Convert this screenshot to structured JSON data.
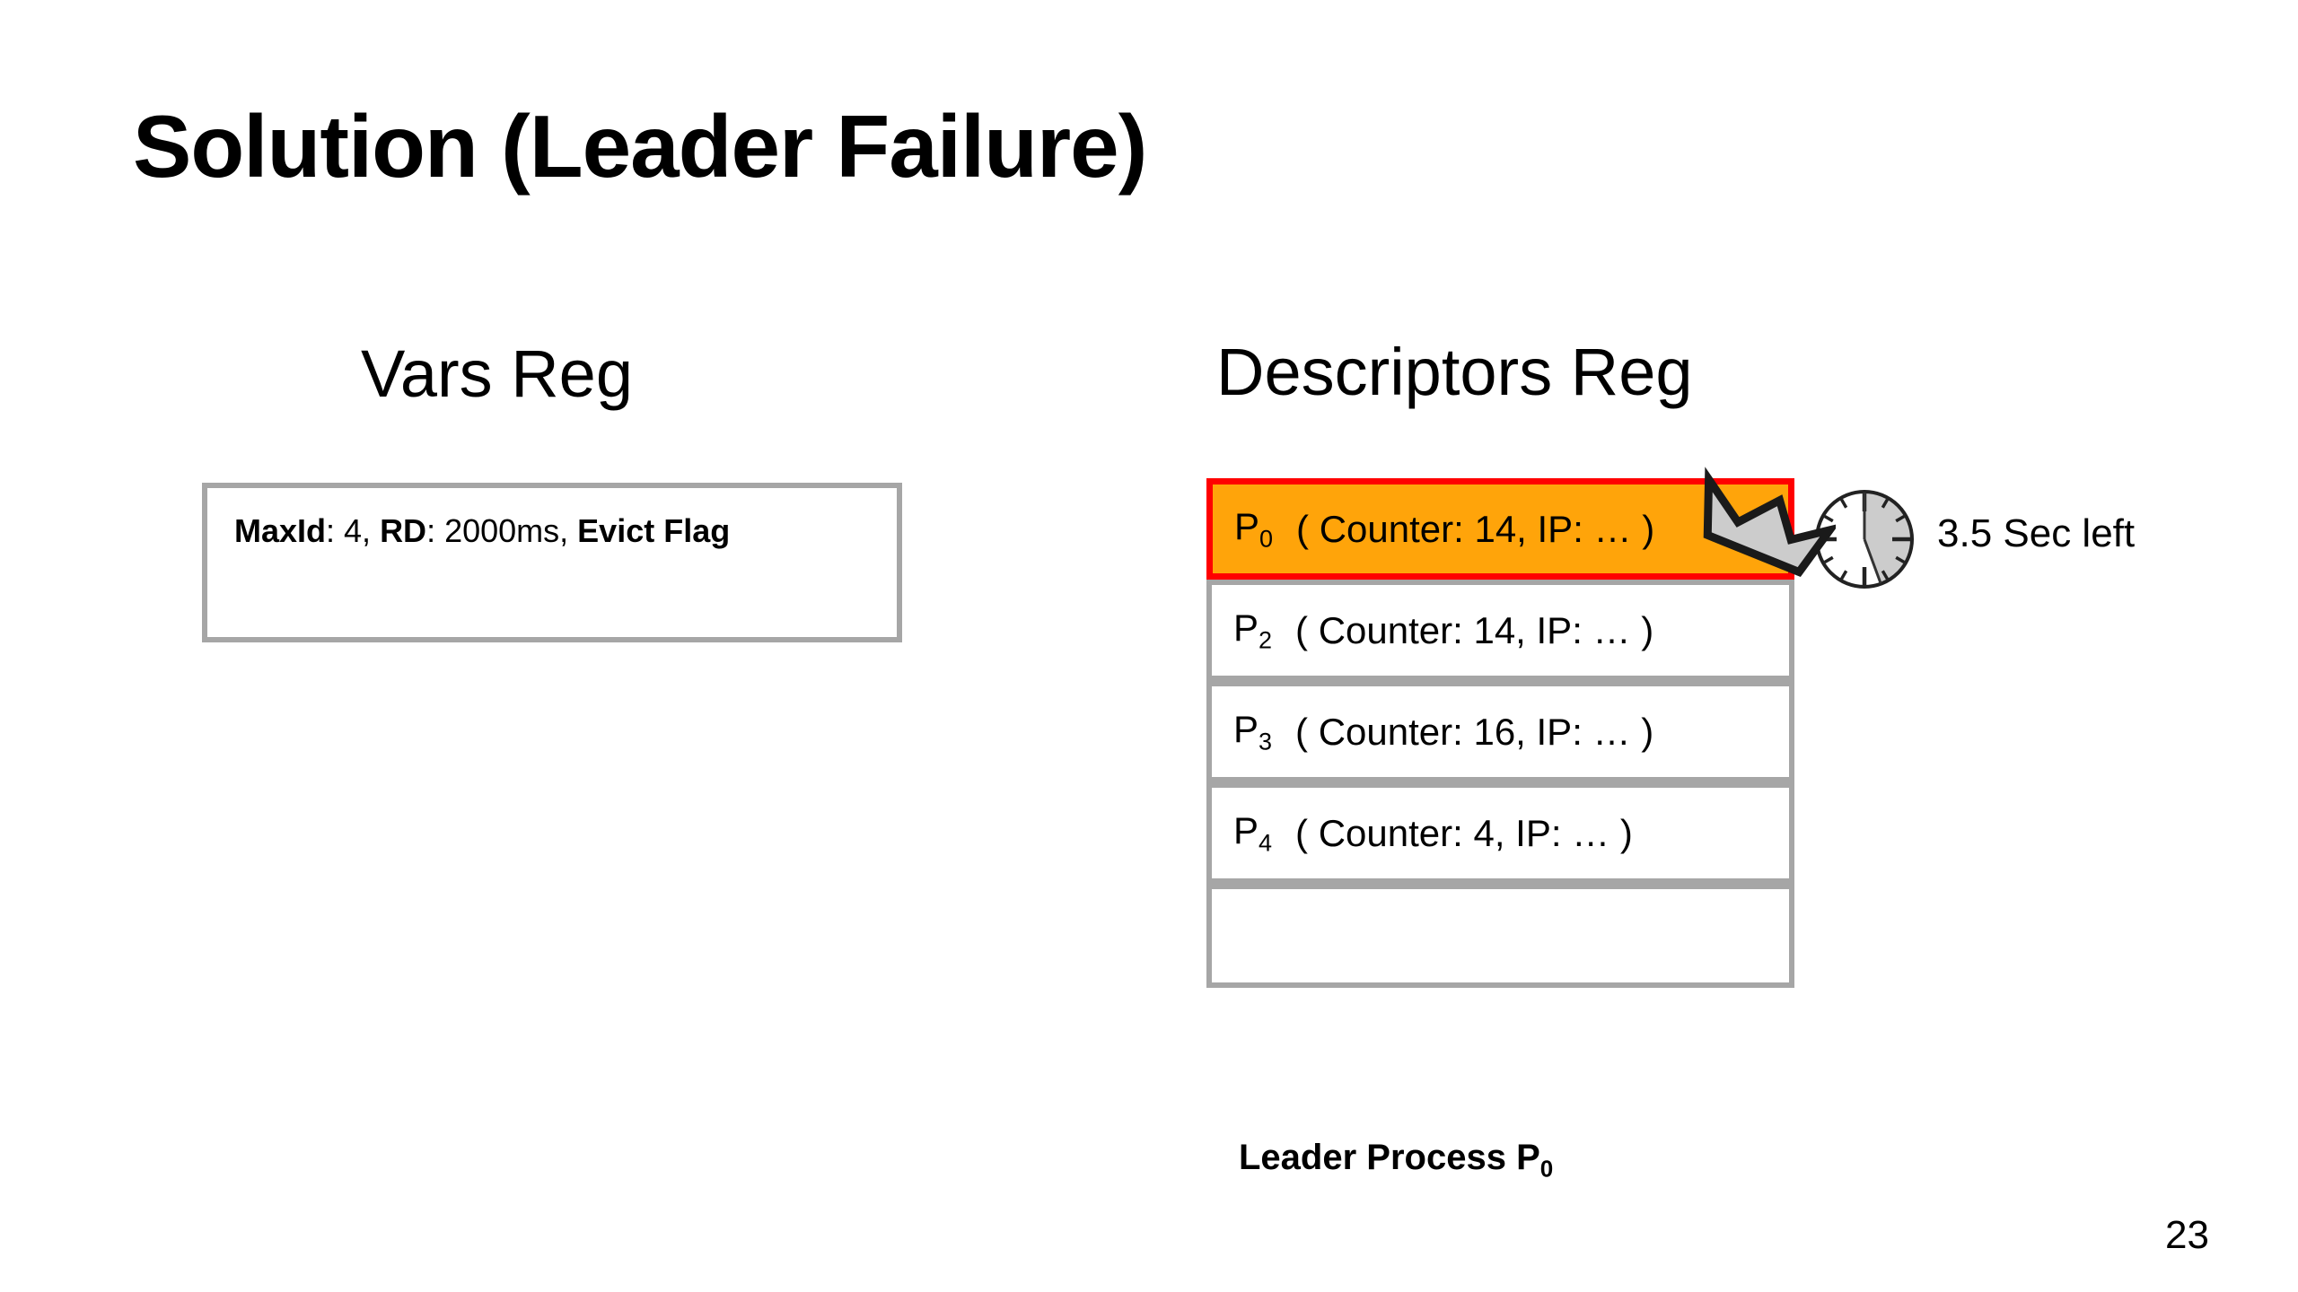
{
  "slide": {
    "title": "Solution (Leader Failure)",
    "page_number": "23"
  },
  "vars_reg": {
    "heading": "Vars Reg",
    "fields": {
      "maxid_label": "MaxId",
      "maxid_value": ": 4, ",
      "rd_label": "RD",
      "rd_value": ": 2000ms, ",
      "evict_label": "Evict Flag"
    },
    "box_border_color": "#a6a6a6"
  },
  "descriptors_reg": {
    "heading": "Descriptors Reg",
    "rows": [
      {
        "process": "P",
        "index": "0",
        "value": "( Counter: 14, IP: … )",
        "highlighted": true
      },
      {
        "process": "P",
        "index": "2",
        "value": "( Counter: 14, IP: … )",
        "highlighted": false
      },
      {
        "process": "P",
        "index": "3",
        "value": "( Counter: 16, IP: … )",
        "highlighted": false
      },
      {
        "process": "P",
        "index": "4",
        "value": "( Counter: 4, IP: … )",
        "highlighted": false
      },
      {
        "process": "",
        "index": "",
        "value": "",
        "highlighted": false
      }
    ],
    "highlight_fill": "#ffa40a",
    "highlight_border": "#ff0000",
    "row_border_color": "#a6a6a6"
  },
  "timer": {
    "icon": "clock-icon",
    "label": "3.5 Sec left",
    "elapsed_sweep_degrees": 160,
    "sweep_fill": "#cccccc"
  },
  "leader_badge": {
    "icon": "crown-icon",
    "fill": "#cccccc",
    "outline": "#1a1a1a"
  },
  "caption": {
    "text": "Leader Process P",
    "subscript": "0"
  }
}
